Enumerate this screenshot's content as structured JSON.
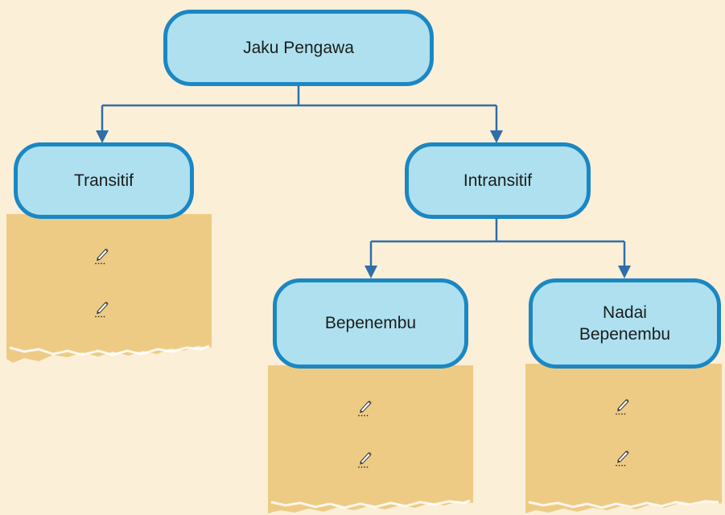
{
  "diagram": {
    "root": "Jaku Pengawa",
    "branches": {
      "transitive": "Transitif",
      "intransitive": "Intransitif",
      "with_object": "Bepenembu",
      "without_object": "Nadai\nBepenembu"
    },
    "blank_lines_per_card": 2,
    "blank_line_icon": "pen-icon"
  },
  "colors": {
    "background": "#fcefd8",
    "box_fill": "#aee0ef",
    "box_border": "#1b87c3",
    "connector": "#2f6fa8",
    "card": "#eecb85"
  }
}
